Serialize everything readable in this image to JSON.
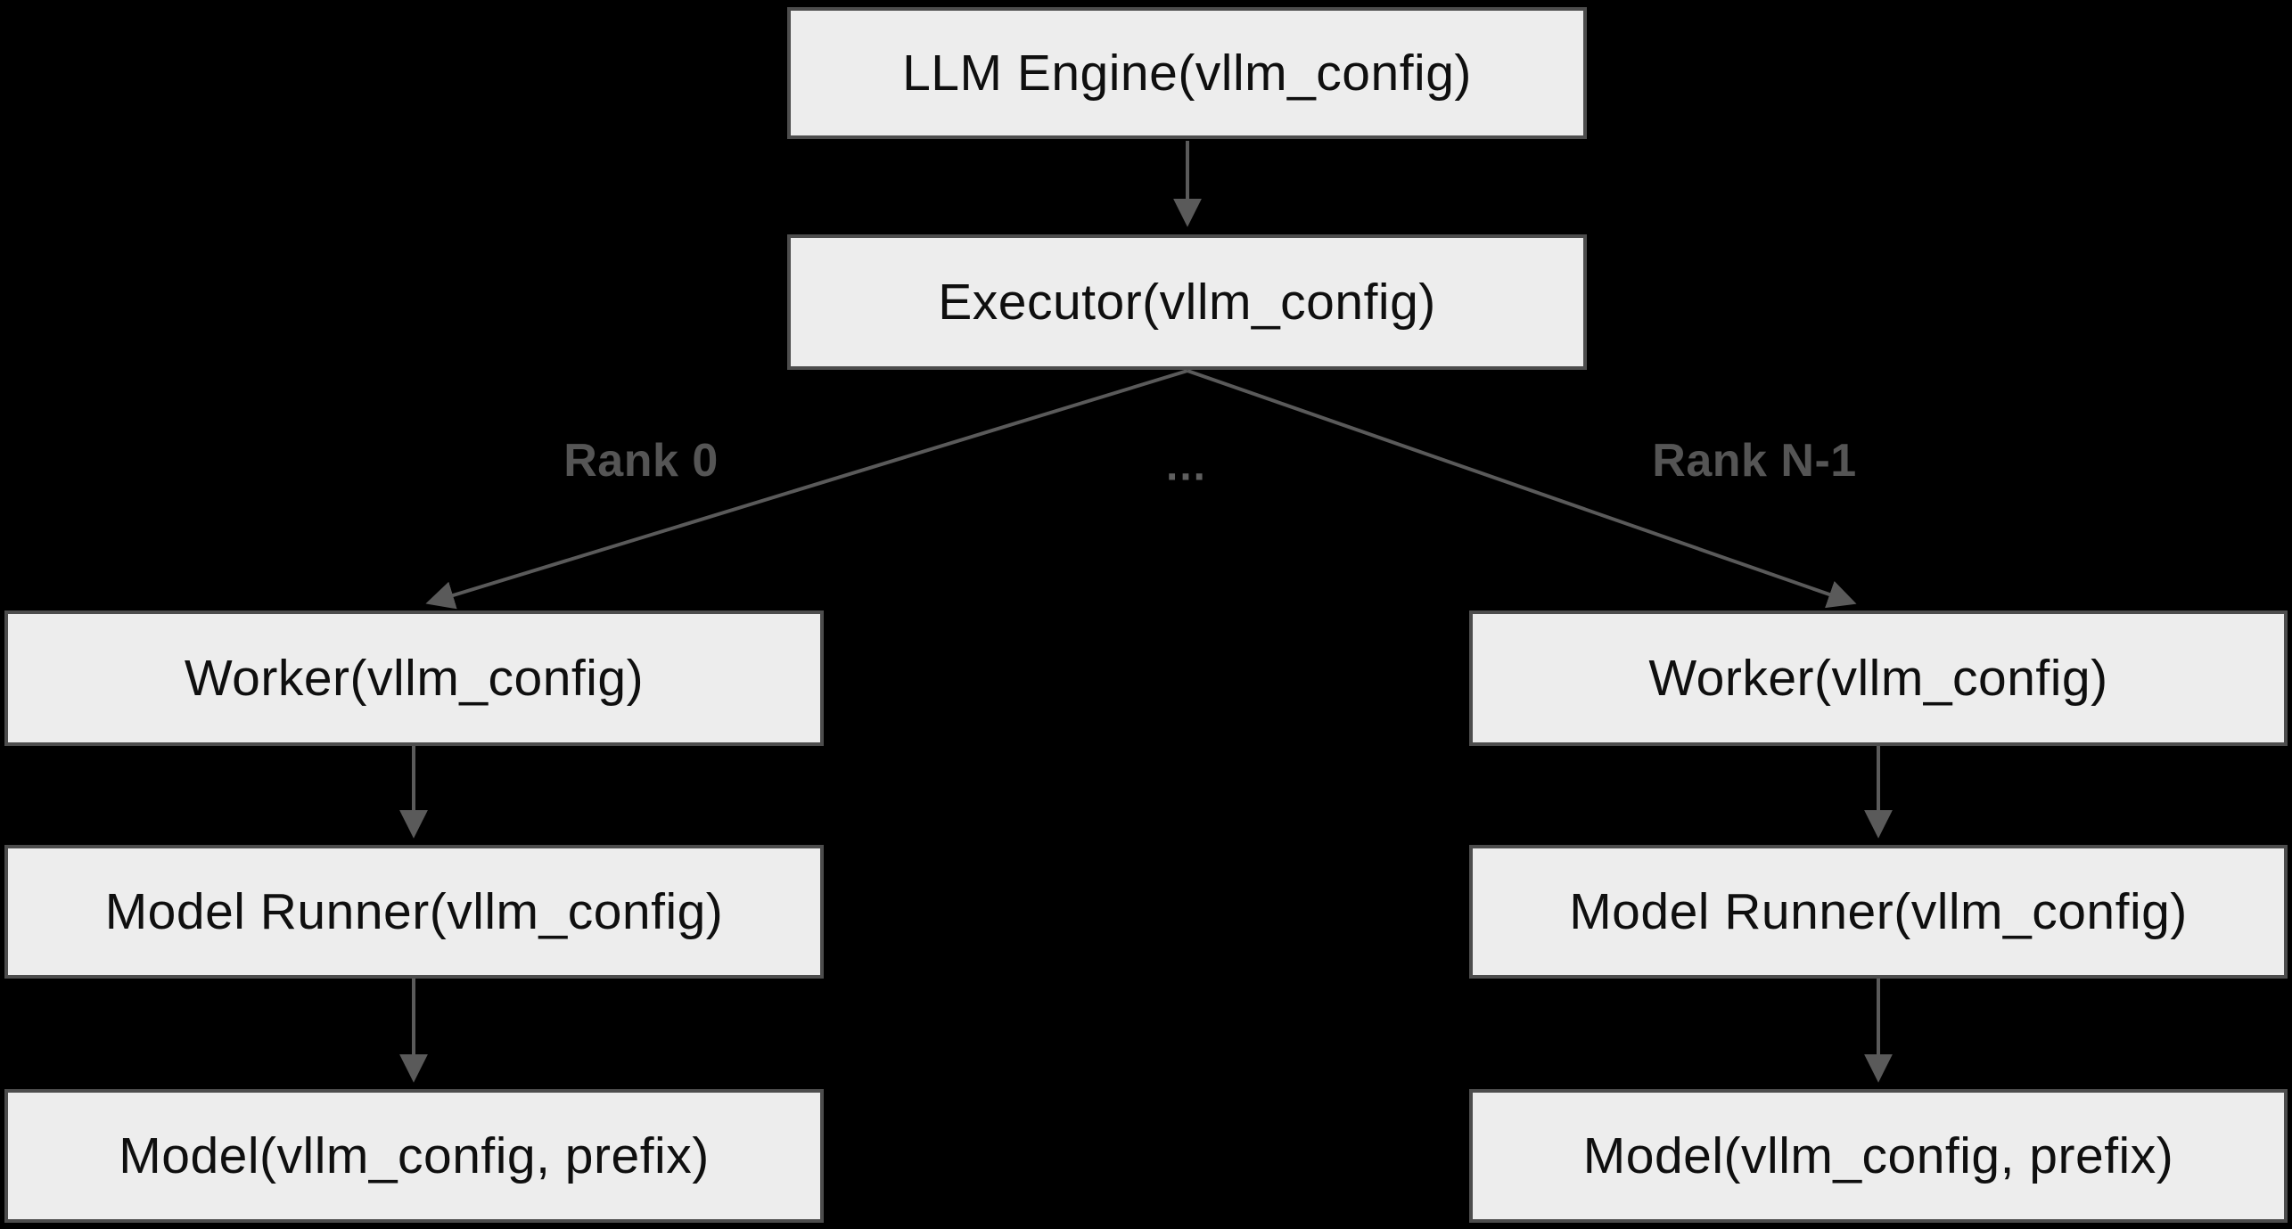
{
  "diagram": {
    "nodes": {
      "llm_engine": {
        "label": "LLM Engine(vllm_config)"
      },
      "executor": {
        "label": "Executor(vllm_config)"
      },
      "worker_left": {
        "label": "Worker(vllm_config)"
      },
      "model_runner_left": {
        "label": "Model Runner(vllm_config)"
      },
      "model_left": {
        "label": "Model(vllm_config, prefix)"
      },
      "worker_right": {
        "label": "Worker(vllm_config)"
      },
      "model_runner_right": {
        "label": "Model Runner(vllm_config)"
      },
      "model_right": {
        "label": "Model(vllm_config, prefix)"
      }
    },
    "edge_labels": {
      "rank0": "Rank 0",
      "ellipsis": "…",
      "rank_n1": "Rank N-1"
    },
    "colors": {
      "background": "#000000",
      "node_fill": "#ededed",
      "node_border": "#4d4d4d",
      "node_text": "#0f0f0f",
      "edge_line": "#5a5a5a",
      "edge_label_text": "#555555"
    }
  }
}
